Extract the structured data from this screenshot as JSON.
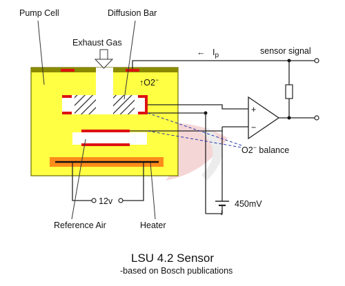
{
  "labels": {
    "pump_cell": "Pump Cell",
    "diffusion_bar": "Diffusion Bar",
    "exhaust_gas": "Exhaust Gas",
    "ip_arrow": "←",
    "ip_text": "I",
    "ip_sub": "p",
    "sensor_signal": "sensor signal",
    "o2_top": "↑O2",
    "o2_top_sup": "−",
    "o2_balance": "O2",
    "o2_balance_sup": "−",
    "o2_balance_word": " balance",
    "voltage_12": "12v",
    "voltage_450": "450mV",
    "reference_air": "Reference Air",
    "heater": "Heater",
    "opamp_plus": "+",
    "opamp_minus": "−"
  },
  "title": "LSU 4.2 Sensor",
  "subtitle": "-based on Bosch publications",
  "colors": {
    "sensor_body": "#ffff44",
    "sensor_border": "#6b6b00",
    "top_layer": "#8a8a00",
    "electrode_red": "#dd1111",
    "heater_fill": "#ff8c1a",
    "balance_dash": "#2233aa",
    "watermark": "#cc2222"
  }
}
